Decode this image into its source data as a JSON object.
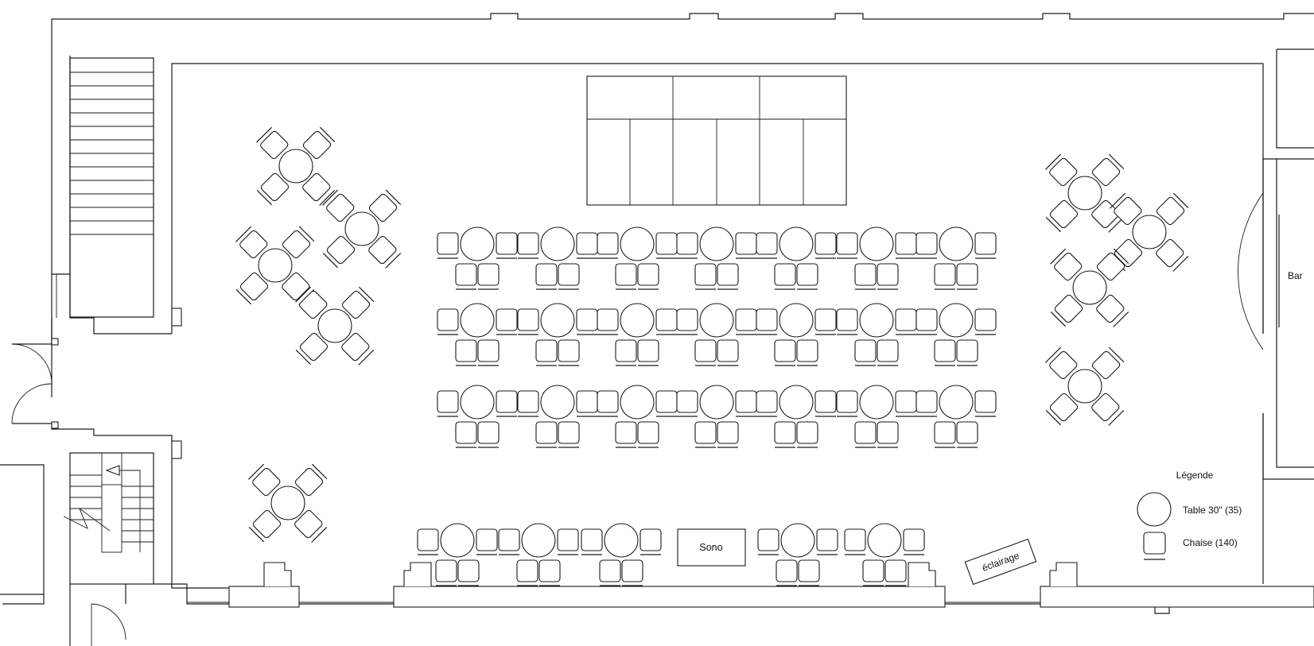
{
  "labels": {
    "bar": "Bar",
    "sono": "Sono",
    "eclairage": "éclairage"
  },
  "legend": {
    "title": "Légende",
    "table": "Table 30\" (35)",
    "chair": "Chaise  (140)"
  },
  "colors": {
    "line": "#1a1a1a",
    "background": "#ffffff"
  }
}
